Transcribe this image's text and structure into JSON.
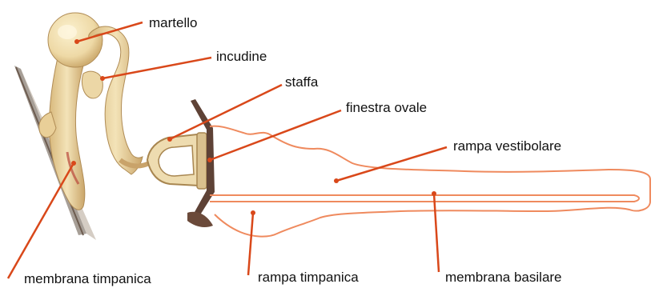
{
  "labels": {
    "martello": "martello",
    "incudine": "incudine",
    "staffa": "staffa",
    "finestra_ovale": "finestra ovale",
    "rampa_vestibolare": "rampa vestibolare",
    "membrana_timpanica": "membrana timpanica",
    "rampa_timpanica": "rampa timpanica",
    "membrana_basilare": "membrana basilare"
  },
  "colors": {
    "leader_lines": "#d9481a",
    "cochlea_outline": "#ef8a5e",
    "bone_fill": "#ecd7a6",
    "bone_shadow": "#c9a36a",
    "membrane": "#6b4a3a"
  }
}
